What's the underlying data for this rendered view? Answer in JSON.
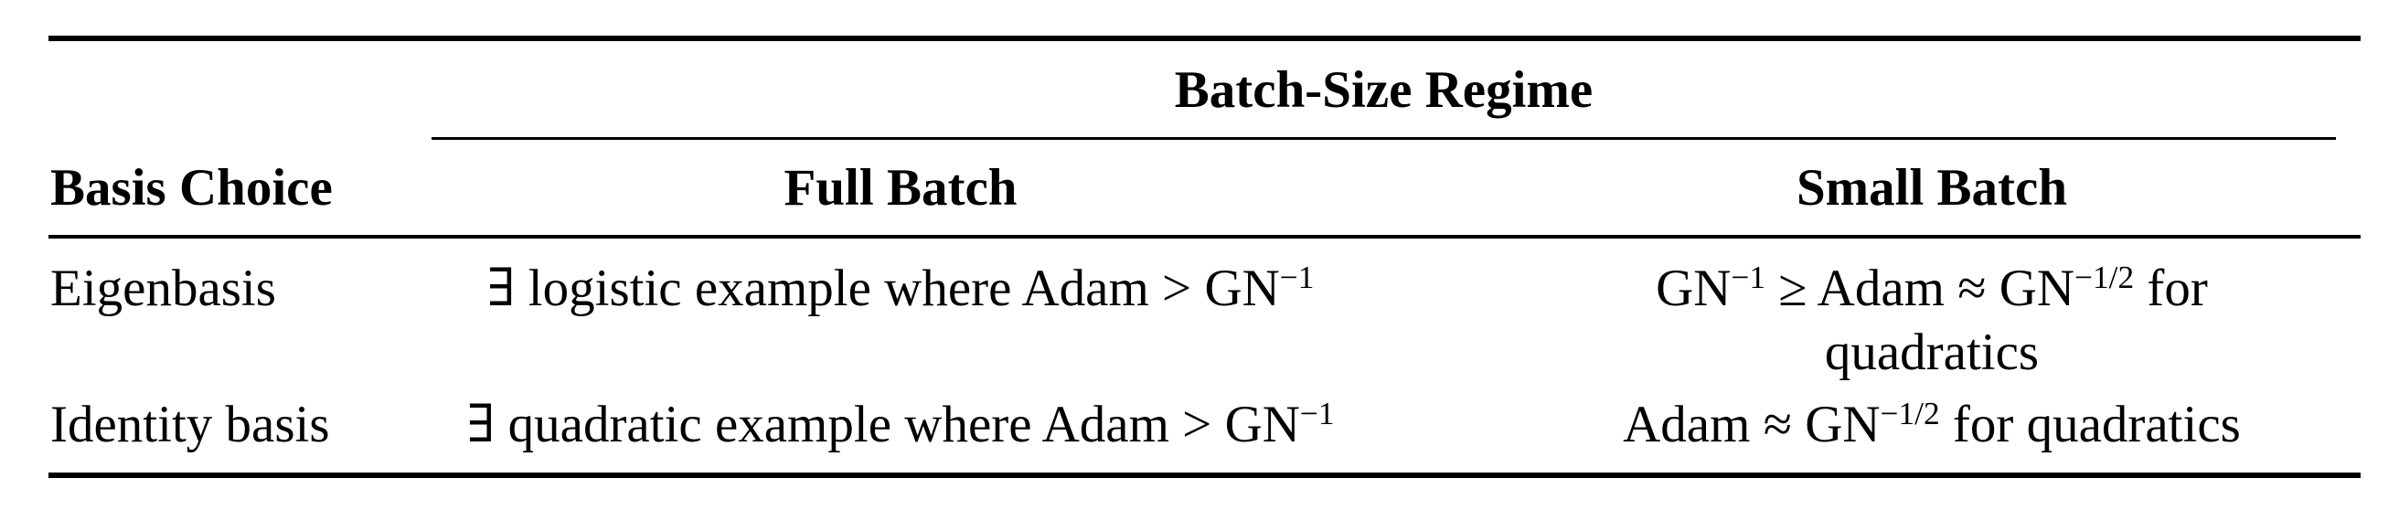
{
  "table": {
    "span_header": "Batch-Size Regime",
    "columns": {
      "basis": "Basis Choice",
      "full_batch": "Full Batch",
      "small_batch": "Small Batch"
    },
    "rows": [
      {
        "basis": "Eigenbasis",
        "full_batch": {
          "text": "∃ logistic example where Adam > GN",
          "sup": "−1"
        },
        "small_batch": {
          "l1_p1": "GN",
          "l1_s1": "−1",
          "l1_p2": " ≥ Adam ≈ GN",
          "l1_s2": "−1/2",
          "l1_p3": " for",
          "l2": "quadratics"
        }
      },
      {
        "basis": "Identity basis",
        "full_batch": {
          "text": "∃ quadratic example where Adam > GN",
          "sup": "−1"
        },
        "small_batch": {
          "p1": "Adam ≈ GN",
          "s1": "−1/2",
          "p2": " for quadratics"
        }
      }
    ]
  },
  "colors": {
    "background": "#ffffff",
    "text": "#000000",
    "rule": "#000000"
  }
}
